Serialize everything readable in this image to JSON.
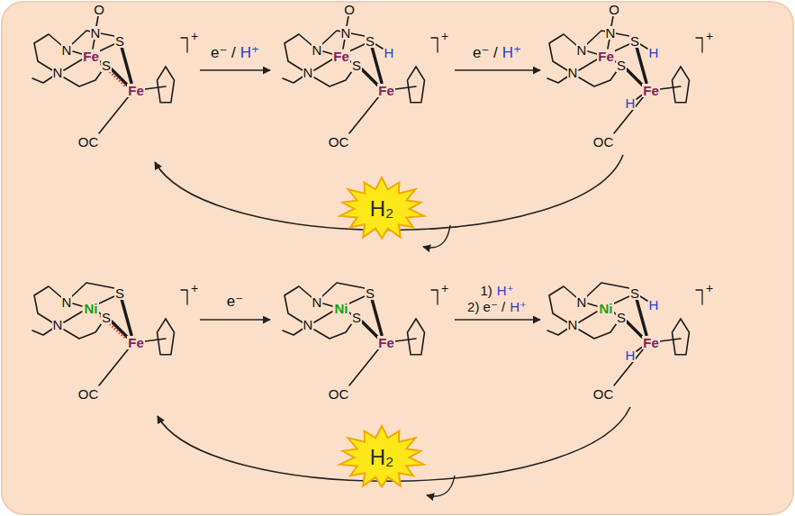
{
  "diagram": {
    "nodes": [
      {
        "text": [
          "H₂"
        ]
      },
      {
        "text": [
          "H₂"
        ]
      }
    ],
    "labels": [
      "O",
      "N",
      "+",
      "N",
      "Fe",
      "S",
      "N",
      "S",
      "Fe",
      "OC",
      "e⁻ /",
      "H⁺",
      "O",
      "N",
      "+",
      "N",
      "Fe",
      "S",
      "H",
      "N",
      "S",
      "Fe",
      "OC",
      "e⁻ /",
      "H⁺",
      "O",
      "N",
      "+",
      "N",
      "Fe",
      "S",
      "H",
      "N",
      "S",
      "H",
      "Fe",
      "OC",
      "+",
      "N",
      "Ni",
      "S",
      "N",
      "S",
      "Fe",
      "OC",
      "e⁻",
      "+",
      "N",
      "Ni",
      "S",
      "N",
      "S",
      "Fe",
      "OC",
      "1)",
      "H⁺",
      "2) e⁻ /",
      "H⁺",
      "+",
      "N",
      "Ni",
      "S",
      "H",
      "N",
      "S",
      "H",
      "Fe",
      "OC"
    ]
  }
}
